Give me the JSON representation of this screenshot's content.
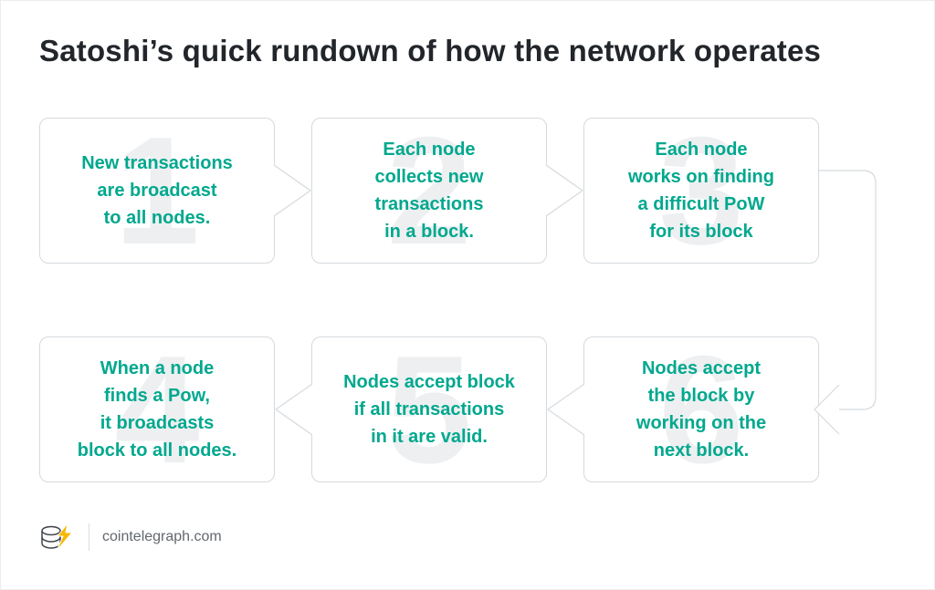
{
  "title": "Satoshi’s quick rundown of how the network operates",
  "steps": [
    {
      "number": "1",
      "lines": [
        "New transactions",
        "are broadcast",
        "to all nodes."
      ]
    },
    {
      "number": "2",
      "lines": [
        "Each node",
        "collects new",
        "transactions",
        "in a block."
      ]
    },
    {
      "number": "3",
      "lines": [
        "Each node",
        "works on finding",
        "a difficult PoW",
        "for its block"
      ]
    },
    {
      "number": "4",
      "lines": [
        "When a node",
        "finds a Pow,",
        "it broadcasts",
        "block to all nodes."
      ]
    },
    {
      "number": "5",
      "lines": [
        "Nodes accept block",
        "if all transactions",
        "in it are valid."
      ]
    },
    {
      "number": "6",
      "lines": [
        "Nodes accept",
        "the block by",
        "working on the",
        "next block."
      ]
    }
  ],
  "flow": {
    "row1_direction": "right",
    "row2_direction": "left",
    "wrap_connector": "box3-to-box6"
  },
  "footer": {
    "site": "cointelegraph.com",
    "logo_icon": "cointelegraph-coins-bolt-logo"
  },
  "colors": {
    "accent_teal": "#00a88e",
    "number_gray": "#edeff1",
    "border_gray": "#d5dade",
    "title_dark": "#22262b",
    "footer_text": "#62676d",
    "bolt_yellow": "#f8b700"
  }
}
